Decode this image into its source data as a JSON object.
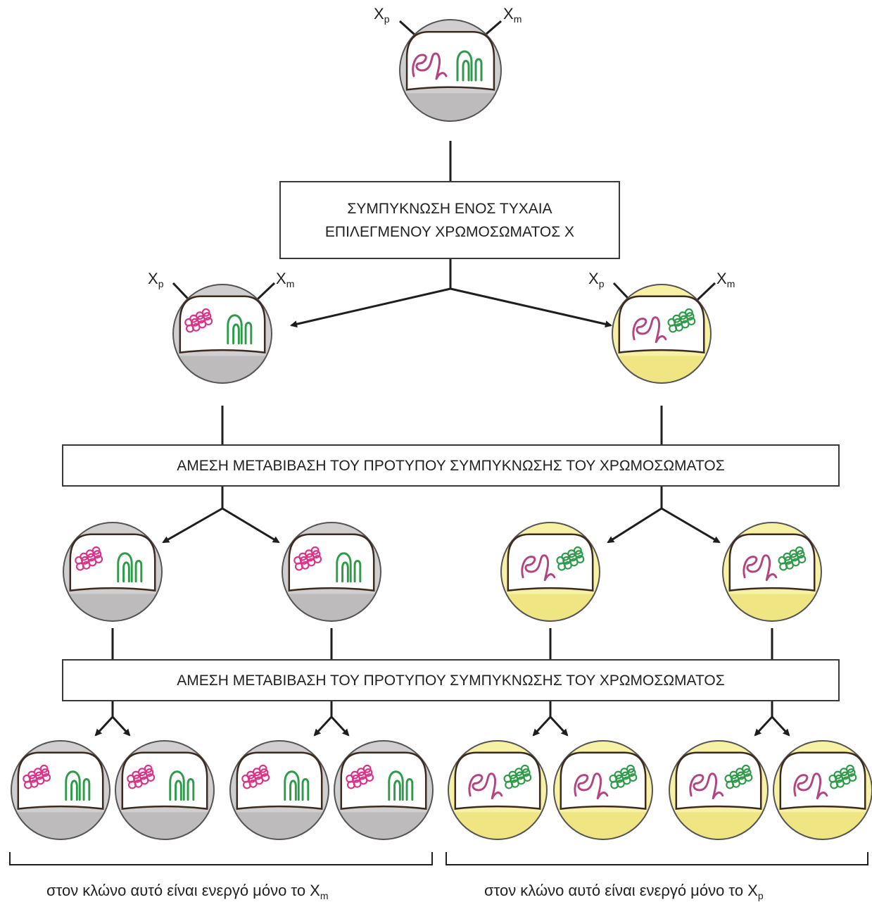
{
  "colors": {
    "grey_cell": "#d0cece",
    "grey_cell_bottom": "#bdbbbb",
    "yellow_cell": "#f7f1a6",
    "yellow_cell_bottom": "#efe683",
    "paternal_chromosome": "#b2447f",
    "paternal_condensed": "#d9338a",
    "maternal_chromosome": "#2f9a4a",
    "maternal_condensed": "#2f9a4a",
    "line": "#1e1e1e"
  },
  "labels": {
    "x_letter": "X",
    "paternal_sub": "p",
    "maternal_sub": "m"
  },
  "boxes": {
    "step1_line1": "ΣΥΜΠΥΚΝΩΣΗ ΕΝΟΣ ΤΥΧΑΙΑ",
    "step1_line2": "ΕΠΙΛΕΓΜΕΝΟΥ ΧΡΩΜΟΣΩΜΑΤΟΣ Χ",
    "step2": "ΑΜΕΣΗ ΜΕΤΑΒΙΒΑΣΗ ΤΟΥ ΠΡΟΤΥΠΟΥ ΣΥΜΠΥΚΝΩΣΗΣ ΤΟΥ ΧΡΩΜΟΣΩΜΑΤΟΣ",
    "step3": "ΑΜΕΣΗ ΜΕΤΑΒΙΒΑΣΗ ΤΟΥ ΠΡΟΤΥΠΟΥ ΣΥΜΠΥΚΝΩΣΗΣ ΤΟΥ ΧΡΩΜΟΣΩΜΑΤΟΣ"
  },
  "captions": {
    "left_text": "στον κλώνο αυτό είναι ενεργό μόνο το X",
    "left_sub": "m",
    "right_text": "στον κλώνο αυτό είναι ενεργό μόνο το X",
    "right_sub": "p"
  }
}
